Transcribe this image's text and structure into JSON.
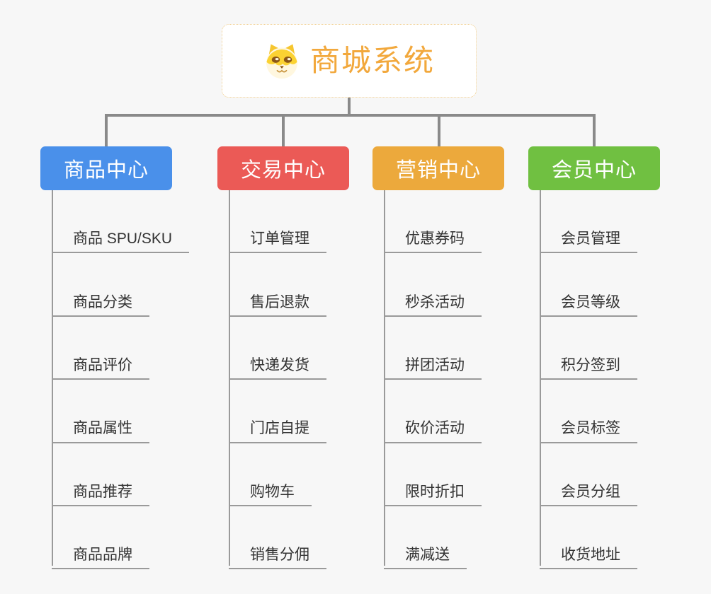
{
  "page": {
    "background": "#f7f7f7",
    "connector_color": "#8a8a8a",
    "leaf_line_color": "#9a9a9a"
  },
  "root": {
    "title": "商城系统",
    "icon": "dog-face-icon",
    "text_color": "#f2a83c",
    "border_color": "#f0ce8e",
    "background": "#ffffff"
  },
  "branches": [
    {
      "label": "商品中心",
      "color": "#4a90ea",
      "children": [
        "商品 SPU/SKU",
        "商品分类",
        "商品评价",
        "商品属性",
        "商品推荐",
        "商品品牌"
      ]
    },
    {
      "label": "交易中心",
      "color": "#eb5a56",
      "children": [
        "订单管理",
        "售后退款",
        "快递发货",
        "门店自提",
        "购物车",
        "销售分佣"
      ]
    },
    {
      "label": "营销中心",
      "color": "#eca93c",
      "children": [
        "优惠券码",
        "秒杀活动",
        "拼团活动",
        "砍价活动",
        "限时折扣",
        "满减送"
      ]
    },
    {
      "label": "会员中心",
      "color": "#70c041",
      "children": [
        "会员管理",
        "会员等级",
        "积分签到",
        "会员标签",
        "会员分组",
        "收货地址"
      ]
    }
  ]
}
